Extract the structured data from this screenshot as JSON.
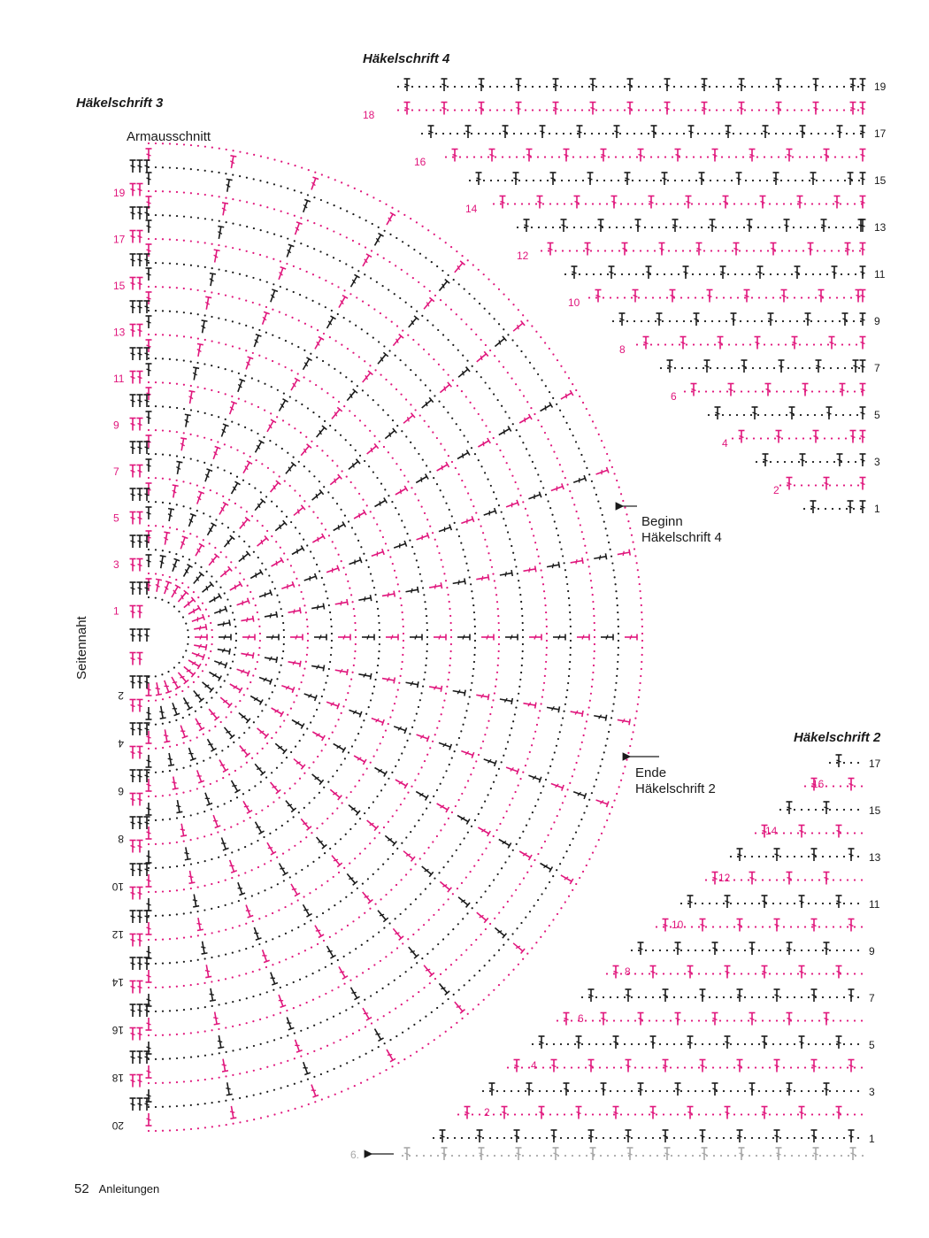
{
  "colors": {
    "ink": "#1a1a1a",
    "accent": "#e0167c",
    "grey": "#a8a8a8"
  },
  "titles": {
    "chart3": "Häkelschrift 3",
    "chart4": "Häkelschrift 4",
    "chart2": "Häkelschrift 2"
  },
  "labels": {
    "armhole": "Armausschnitt",
    "side_seam": "Seitennaht",
    "begin_line1": "Beginn",
    "begin_line2": "Häkelschrift 4",
    "end_line1": "Ende",
    "end_line2": "Häkelschrift 2",
    "chart2_ref": "6."
  },
  "chart3_rows_top": [
    "19",
    "17",
    "15",
    "13",
    "11",
    "9",
    "7",
    "5",
    "3",
    "1"
  ],
  "chart3_rows_bottom": [
    "2",
    "4",
    "6",
    "8",
    "10",
    "12",
    "14",
    "16",
    "18",
    "20"
  ],
  "chart4_rows_right": [
    "19",
    "17",
    "15",
    "13",
    "11",
    "9",
    "7",
    "5",
    "3",
    "1"
  ],
  "chart4_rows_left": [
    "18",
    "16",
    "14",
    "12",
    "10",
    "8",
    "6",
    "4",
    "2"
  ],
  "chart2_rows_right": [
    "17",
    "15",
    "13",
    "11",
    "9",
    "7",
    "5",
    "3",
    "1"
  ],
  "chart2_rows_left": [
    "16",
    "14",
    "12",
    "10",
    "8",
    "6",
    "4",
    "2"
  ],
  "footer": {
    "page": "52",
    "section": "Anleitungen"
  }
}
